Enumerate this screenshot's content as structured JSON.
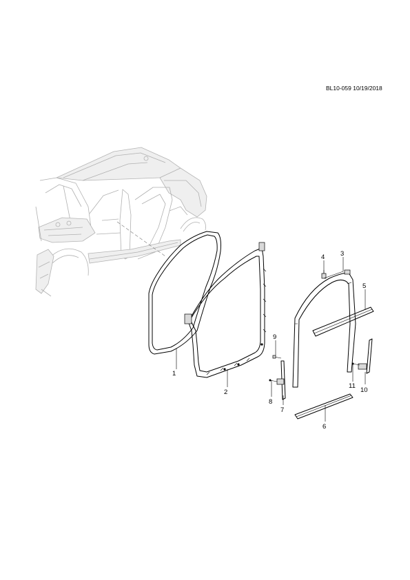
{
  "diagram": {
    "reference": "BL10-059 10/19/2018",
    "callouts": [
      "1",
      "2",
      "3",
      "4",
      "5",
      "6",
      "7",
      "8",
      "9",
      "10",
      "11"
    ]
  }
}
